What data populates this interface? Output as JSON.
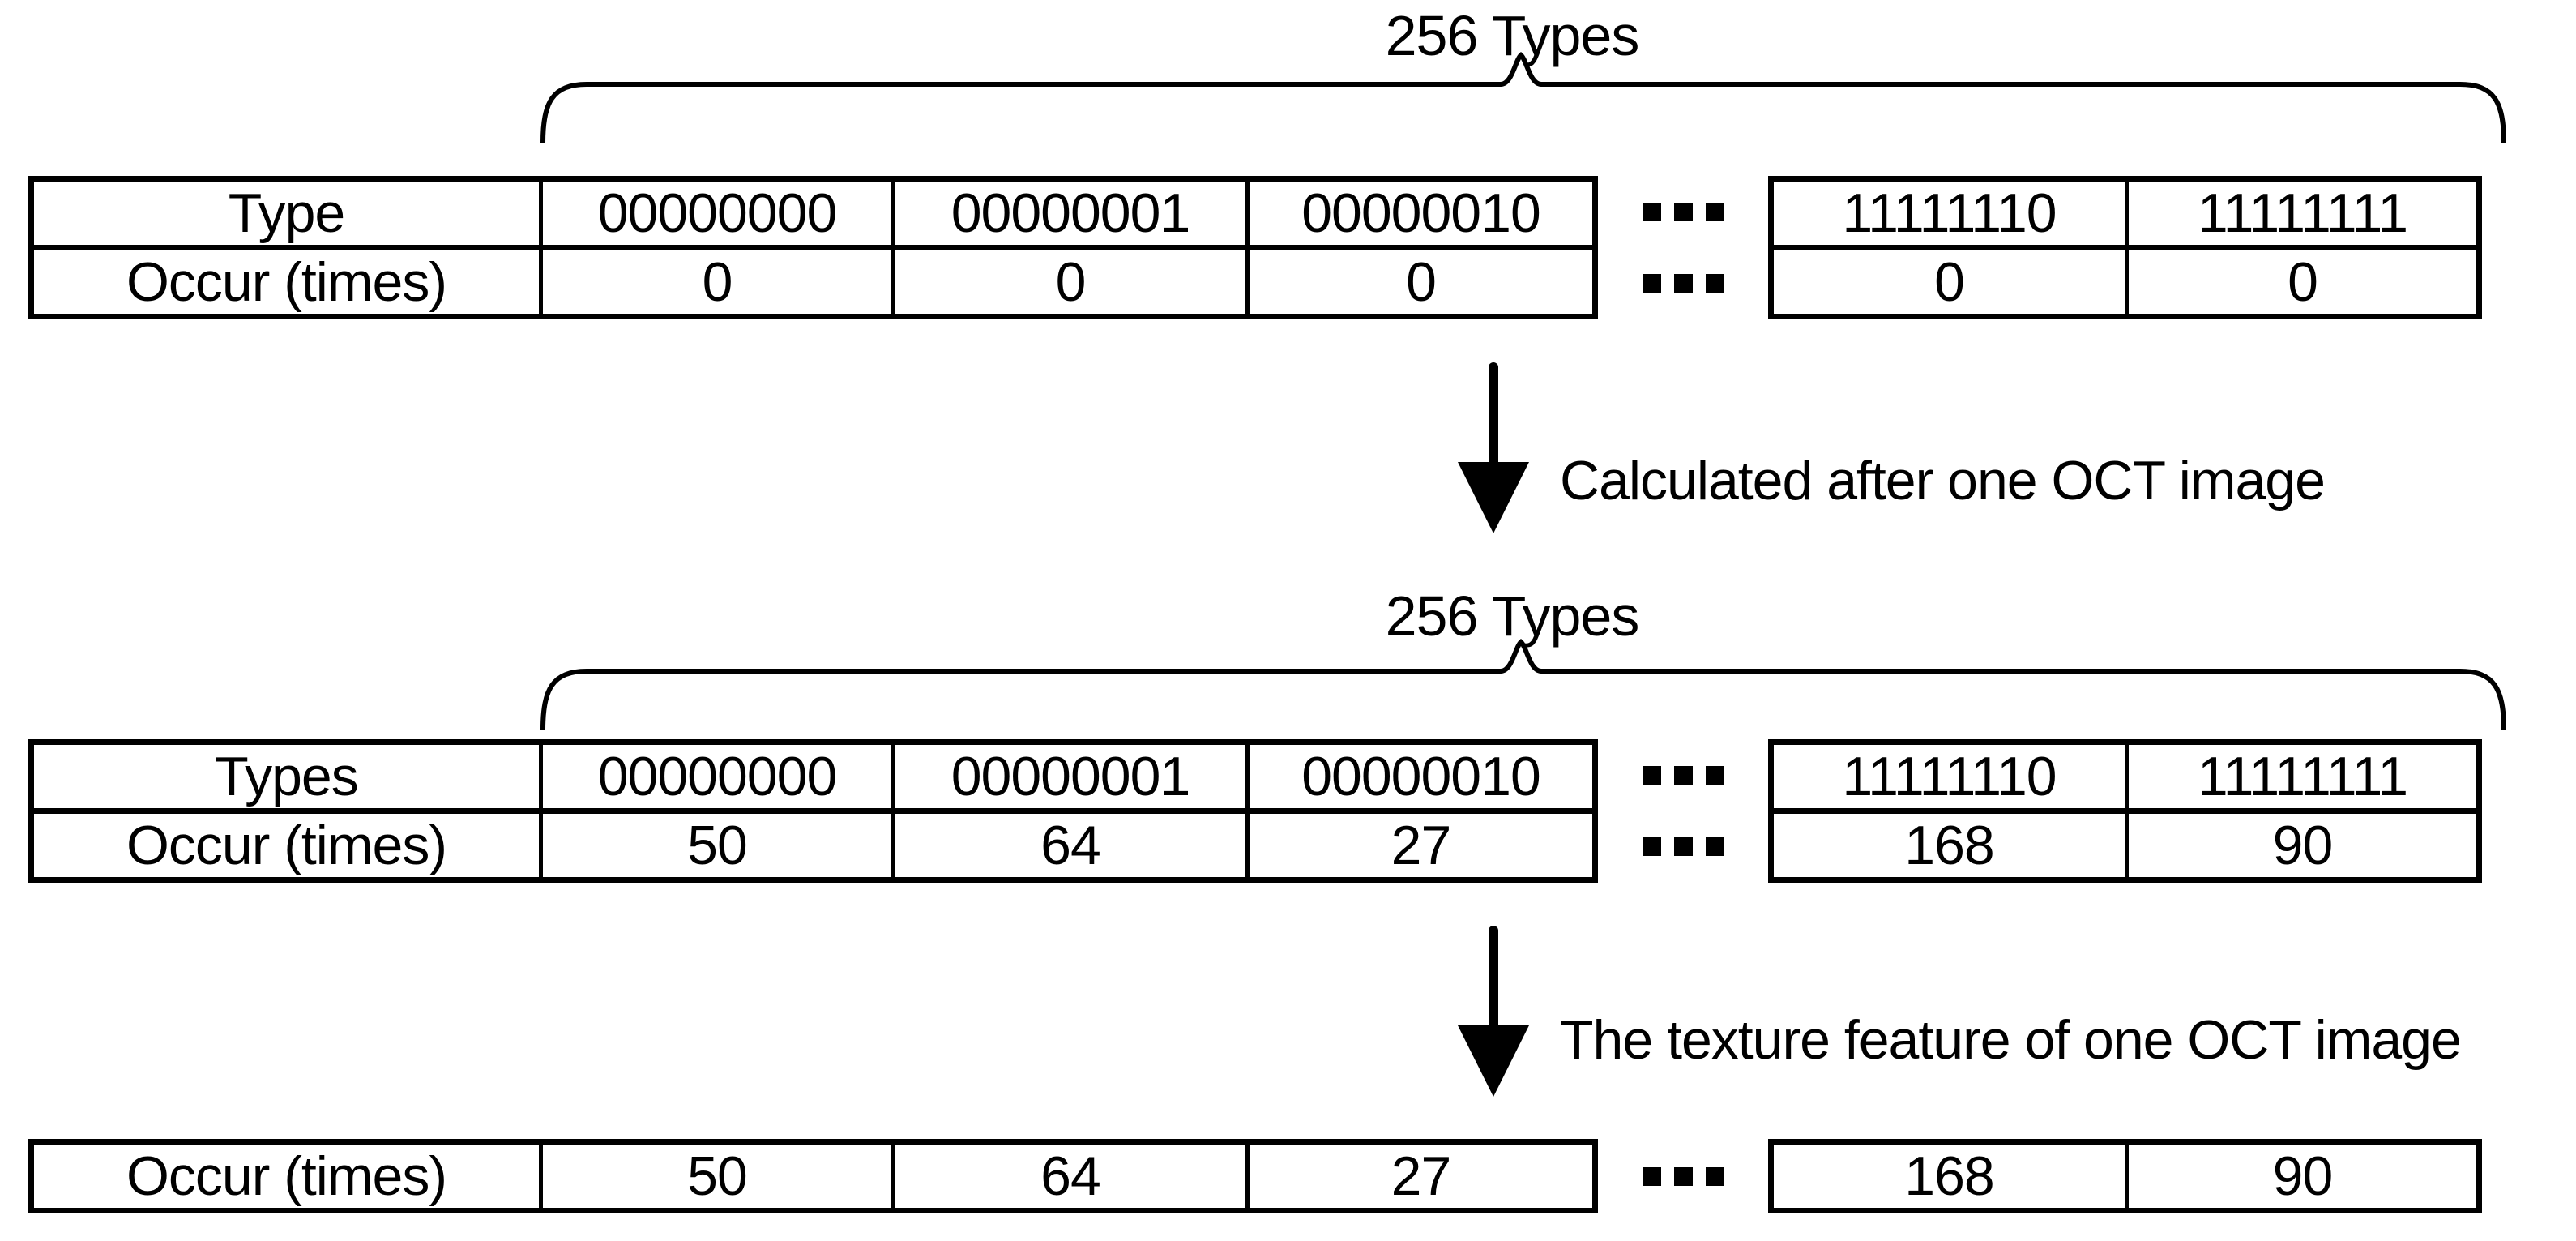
{
  "labels": {
    "types_brace": "256 Types",
    "step1": "Calculated after one OCT image",
    "step2": "The texture feature of one OCT image"
  },
  "table1": {
    "header_row1": "Type",
    "header_row2": "Occur (times)",
    "type_values_left": [
      "00000000",
      "00000001",
      "00000010"
    ],
    "type_values_right": [
      "11111110",
      "11111111"
    ],
    "occur_values_left": [
      "0",
      "0",
      "0"
    ],
    "occur_values_right": [
      "0",
      "0"
    ]
  },
  "table2": {
    "header_row1": "Types",
    "header_row2": "Occur (times)",
    "type_values_left": [
      "00000000",
      "00000001",
      "00000010"
    ],
    "type_values_right": [
      "11111110",
      "11111111"
    ],
    "occur_values_left": [
      "50",
      "64",
      "27"
    ],
    "occur_values_right": [
      "168",
      "90"
    ]
  },
  "table3": {
    "header": "Occur (times)",
    "occur_values_left": [
      "50",
      "64",
      "27"
    ],
    "occur_values_right": [
      "168",
      "90"
    ]
  }
}
